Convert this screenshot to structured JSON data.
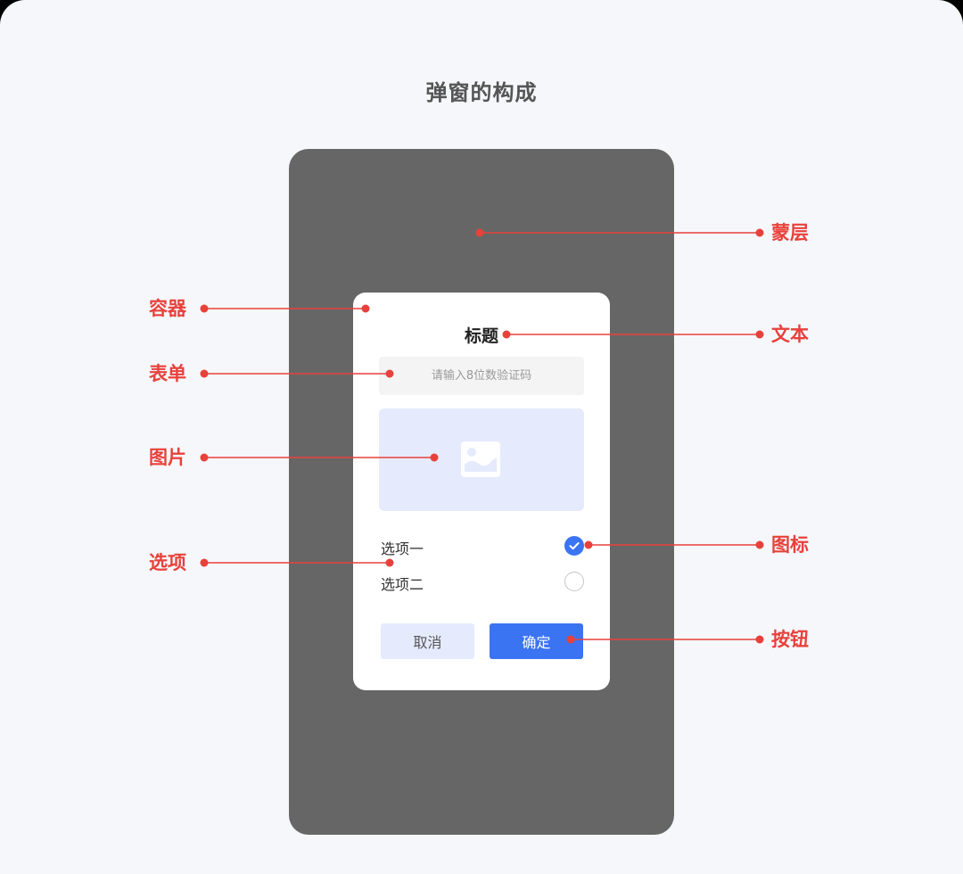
{
  "title": "弹窗的构成",
  "dialog": {
    "title": "标题",
    "input_placeholder": "请输入8位数验证码",
    "options": [
      {
        "label": "选项一",
        "checked": true
      },
      {
        "label": "选项二",
        "checked": false
      }
    ],
    "cancel_label": "取消",
    "confirm_label": "确定"
  },
  "annotations": {
    "mask": "蒙层",
    "container": "容器",
    "text": "文本",
    "form": "表单",
    "image": "图片",
    "icon": "图标",
    "options": "选项",
    "button": "按钮"
  },
  "colors": {
    "accent": "#3b74f2",
    "annotation": "#e8413b",
    "mask": "#666666",
    "image_placeholder": "#e5ebfd"
  }
}
